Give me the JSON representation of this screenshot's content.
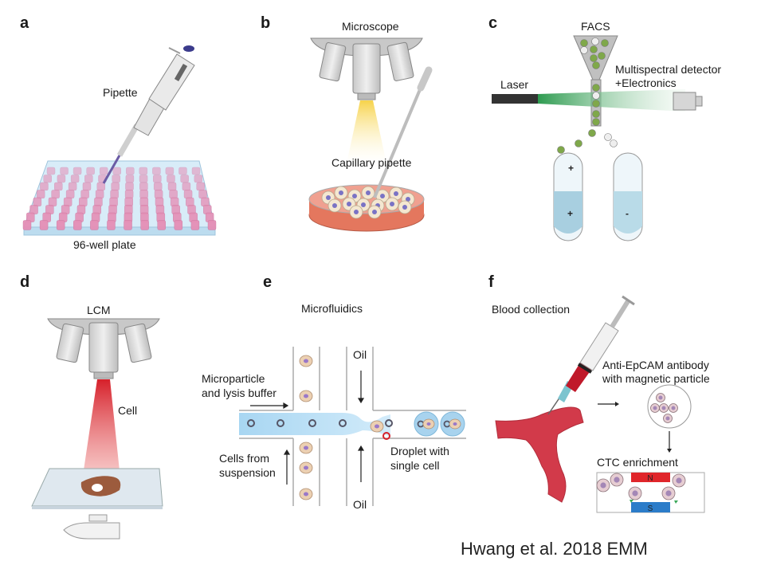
{
  "figure": {
    "panels": [
      {
        "letter": "a",
        "title": "",
        "labels": {
          "pipette": "Pipette",
          "plate": "96-well plate"
        }
      },
      {
        "letter": "b",
        "title": "Microscope",
        "labels": {
          "capillary": "Capillary pipette"
        }
      },
      {
        "letter": "c",
        "title": "FACS",
        "labels": {
          "laser": "Laser",
          "detector_line1": "Multispectral detector",
          "detector_line2": "+Electronics"
        }
      },
      {
        "letter": "d",
        "title": "LCM",
        "labels": {
          "cell": "Cell"
        }
      },
      {
        "letter": "e",
        "title": "Microfluidics",
        "labels": {
          "micro_line1": "Microparticle",
          "micro_line2": "and lysis buffer",
          "cells_line1": "Cells from",
          "cells_line2": "suspension",
          "oil_top": "Oil",
          "oil_bottom": "Oil",
          "droplet_line1": "Droplet with",
          "droplet_line2": "single cell"
        }
      },
      {
        "letter": "f",
        "title": "Blood collection",
        "labels": {
          "antibody_line1": "Anti-EpCAM antibody",
          "antibody_line2": "with magnetic particle",
          "ctc": "CTC enrichment",
          "north": "N",
          "south": "S"
        }
      }
    ],
    "citation": "Hwang et al. 2018 EMM",
    "colors": {
      "well_pink": "#e58fb6",
      "plate_blue": "#cfe6f5",
      "media_red": "#e07a62",
      "laser_green": "#3aa85a",
      "lcm_red": "#d6202a",
      "channel_blue": "#9fd0ee",
      "vein_red": "#d23a4a",
      "magnet_n": "#e0262b",
      "magnet_s": "#2b7cc9"
    }
  }
}
